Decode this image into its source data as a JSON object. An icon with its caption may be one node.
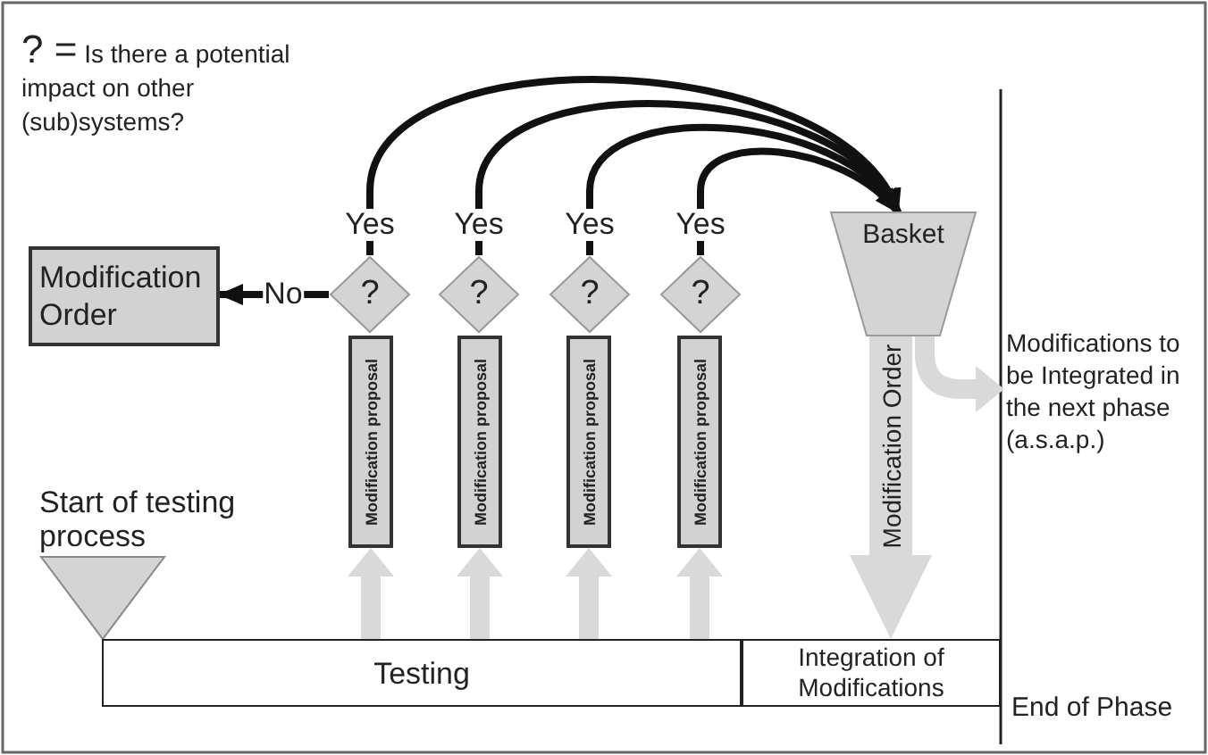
{
  "diagram": {
    "nodes": [
      {
        "text": [
          "Modification Order"
        ]
      },
      {
        "text": [
          "?"
        ]
      },
      {
        "text": [
          "?"
        ]
      },
      {
        "text": [
          "?"
        ]
      },
      {
        "text": [
          "?"
        ]
      },
      {
        "text": [
          "Modification proposal"
        ]
      },
      {
        "text": [
          "Modification proposal"
        ]
      },
      {
        "text": [
          "Modification proposal"
        ]
      },
      {
        "text": [
          "Modification proposal"
        ]
      },
      {
        "text": [
          "Basket"
        ]
      },
      {
        "text": [
          "Modifications to be Integrated in the next phase (a.s.a.p.)"
        ]
      },
      {
        "text": [
          "Start of testing process"
        ]
      },
      {
        "text": [
          "Testing"
        ]
      },
      {
        "text": [
          "Integration of Modifications"
        ]
      }
    ],
    "edges": [
      {
        "from": 1,
        "to": 9,
        "label": "Yes",
        "arrow": "to",
        "color": "#111111"
      },
      {
        "from": 2,
        "to": 9,
        "label": "Yes",
        "arrow": "to",
        "color": "#111111"
      },
      {
        "from": 3,
        "to": 9,
        "label": "Yes",
        "arrow": "to",
        "color": "#111111"
      },
      {
        "from": 4,
        "to": 9,
        "label": "Yes",
        "arrow": "to",
        "color": "#111111"
      },
      {
        "from": 1,
        "to": 0,
        "label": "No",
        "arrow": "to",
        "color": "#111111"
      },
      {
        "from": 12,
        "to": 5,
        "arrow": "to"
      },
      {
        "from": 12,
        "to": 6,
        "arrow": "to"
      },
      {
        "from": 12,
        "to": 7,
        "arrow": "to"
      },
      {
        "from": 12,
        "to": 8,
        "arrow": "to"
      },
      {
        "from": 9,
        "to": 10,
        "arrow": "to"
      },
      {
        "from": 9,
        "to": 13,
        "label": "Modification Order",
        "arrow": "to",
        "style": "thick"
      }
    ],
    "labels": [
      "? =",
      "Is there a potential impact on other (sub)systems?",
      "End of Phase"
    ]
  }
}
